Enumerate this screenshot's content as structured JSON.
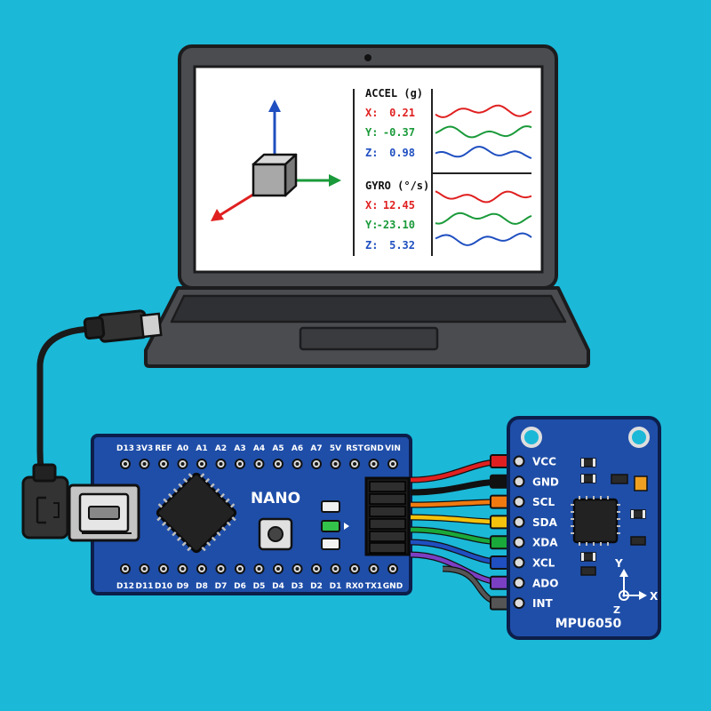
{
  "laptop": {
    "screen": {
      "accel": {
        "title": "ACCEL (g)",
        "rows": [
          {
            "axis": "X:",
            "value": "0.21",
            "color": "#e02020"
          },
          {
            "axis": "Y:",
            "value": "-0.37",
            "color": "#1a9a3a"
          },
          {
            "axis": "Z:",
            "value": "0.98",
            "color": "#1f4fc0"
          }
        ]
      },
      "gyro": {
        "title": "GYRO (°/s)",
        "rows": [
          {
            "axis": "X:",
            "value": "12.45",
            "color": "#e02020"
          },
          {
            "axis": "Y:",
            "value": "-23.10",
            "color": "#1a9a3a"
          },
          {
            "axis": "Z:",
            "value": "5.32",
            "color": "#1f4fc0"
          }
        ]
      }
    }
  },
  "nano": {
    "name": "NANO",
    "top_pins": [
      "D13",
      "3V3",
      "REF",
      "A0",
      "A1",
      "A2",
      "A3",
      "A4",
      "A5",
      "A6",
      "A7",
      "5V",
      "RST",
      "GND",
      "VIN"
    ],
    "bottom_pins": [
      "D12",
      "D11",
      "D10",
      "D9",
      "D8",
      "D7",
      "D6",
      "D5",
      "D4",
      "D3",
      "D2",
      "D1",
      "RX0",
      "TX1",
      "GND"
    ]
  },
  "mpu": {
    "name": "MPU6050",
    "pins": [
      "VCC",
      "GND",
      "SCL",
      "SDA",
      "XDA",
      "XCL",
      "ADO",
      "INT"
    ],
    "axes": {
      "y": "Y",
      "x": "X",
      "z": "Z"
    }
  },
  "wire_colors": [
    "#e02020",
    "#111111",
    "#f07a10",
    "#f4c20d",
    "#1aa83a",
    "#1f4fc0",
    "#7b3fc4",
    "#555555"
  ]
}
